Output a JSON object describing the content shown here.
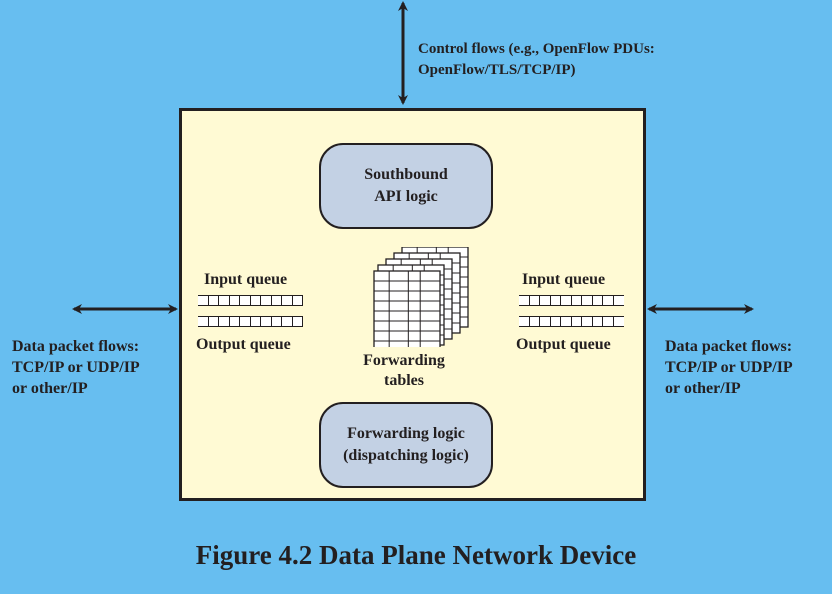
{
  "figure": {
    "caption": "Figure 4.2  Data Plane Network Device",
    "colors": {
      "background": "#67bef0",
      "device_fill": "#fffad4",
      "logic_fill": "#c3d1e4",
      "ink": "#231f20"
    }
  },
  "control_flows": {
    "line1": "Control flows (e.g., OpenFlow PDUs:",
    "line2": "OpenFlow/TLS/TCP/IP)"
  },
  "device": {
    "southbound": {
      "line1": "Southbound",
      "line2": "API logic"
    },
    "forwarding_logic": {
      "line1": "Forwarding logic",
      "line2": "(dispatching logic)"
    },
    "forwarding_tables": {
      "line1": "Forwarding",
      "line2": "tables"
    },
    "left_ports": {
      "input_label": "Input queue",
      "output_label": "Output queue",
      "cells": 10
    },
    "right_ports": {
      "input_label": "Input queue",
      "output_label": "Output queue",
      "cells": 10
    }
  },
  "data_flows_left": {
    "line1": "Data packet flows:",
    "line2": "TCP/IP or UDP/IP",
    "line3": "or other/IP"
  },
  "data_flows_right": {
    "line1": "Data packet flows:",
    "line2": "TCP/IP or UDP/IP",
    "line3": "or other/IP"
  }
}
